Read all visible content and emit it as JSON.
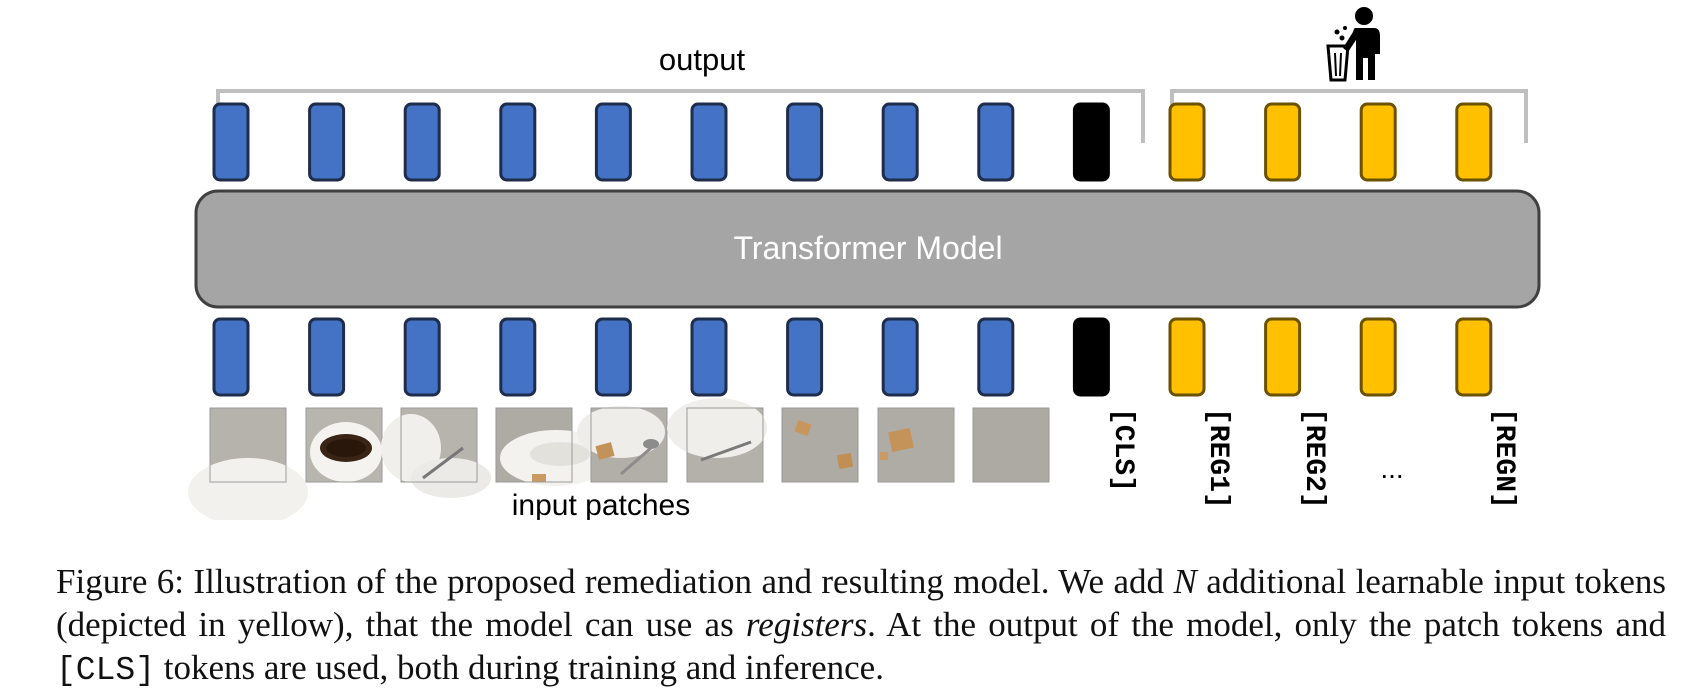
{
  "diagram": {
    "output_label": "output",
    "model_label": "Transformer Model",
    "input_patches_label": "input patches",
    "cls_label": "[CLS]",
    "register_labels": [
      "[REG1]",
      "[REG2]",
      "...",
      "[REGN]"
    ],
    "patch_token_count": 9,
    "register_token_count": 4,
    "discard_icon": "trash-person-icon",
    "colors": {
      "patch_token": "#4472c4",
      "patch_token_border": "#1f2d4d",
      "cls_token": "#000000",
      "register_token": "#ffc000",
      "register_token_border": "#6b5200",
      "model_fill": "#a5a5a5",
      "model_border": "#404040",
      "bracket": "#bfbfbf",
      "model_text": "#ffffff"
    }
  },
  "caption": {
    "figure_label": "Figure 6:",
    "part1": " Illustration of the proposed remediation and resulting model. We add ",
    "var_n": "N",
    "part2": " additional learnable input tokens (depicted in yellow), that the model can use as ",
    "registers": "registers",
    "part3": ".  At the output of the model, only the patch tokens and ",
    "cls": "[CLS]",
    "part4": " tokens are used, both during training and inference."
  }
}
